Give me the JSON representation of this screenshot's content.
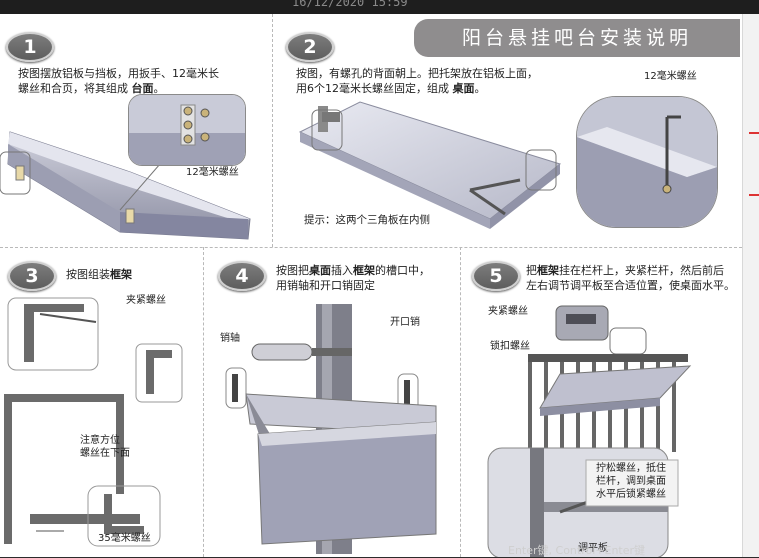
{
  "header": {
    "timestamp": "16/12/2020 15:59",
    "title": "阳台悬挂吧台安装说明"
  },
  "steps": [
    {
      "num": "1",
      "text_line1": "按图摆放铝板与挡板，用扳手、12毫米长",
      "text_line2_pre": "螺丝和合页，将其组成 ",
      "text_bold": "台面",
      "text_end": "。",
      "label_screw": "12毫米螺丝"
    },
    {
      "num": "2",
      "text_line1": "按图，有螺孔的背面朝上。把托架放在铝板上面，",
      "text_line2_pre": "用6个12毫米长螺丝固定，组成 ",
      "text_bold": "桌面",
      "text_end": "。",
      "label_screw": "12毫米螺丝",
      "hint": "提示：这两个三角板在内侧"
    },
    {
      "num": "3",
      "text_pre": "按图组装",
      "text_bold": "框架",
      "label_clamp": "夹紧螺丝",
      "label_note1": "注意方位",
      "label_note2": "螺丝在下面",
      "label_35": "35毫米螺丝"
    },
    {
      "num": "4",
      "text_pre": "按图把",
      "text_bold1": "桌面",
      "text_mid": "插入",
      "text_bold2": "框架",
      "text_end": "的槽口中，",
      "text_line2": "用销轴和开口销固定",
      "label_pin": "销轴",
      "label_cotter": "开口销"
    },
    {
      "num": "5",
      "text_pre": "把",
      "text_bold": "框架",
      "text_line1_rest": "挂在栏杆上，夹紧栏杆，然后前后",
      "text_line2": "左右调节调平板至合适位置，使桌面水平。",
      "label_clamp": "夹紧螺丝",
      "label_lock": "锁扣螺丝",
      "label_tip1": "拧松螺丝，抵住",
      "label_tip2": "栏杆，调到桌面",
      "label_tip3": "水平后锁紧螺丝",
      "label_level": "调平板"
    }
  ],
  "footer": {
    "text": "Enter键, Control+Enter键"
  }
}
